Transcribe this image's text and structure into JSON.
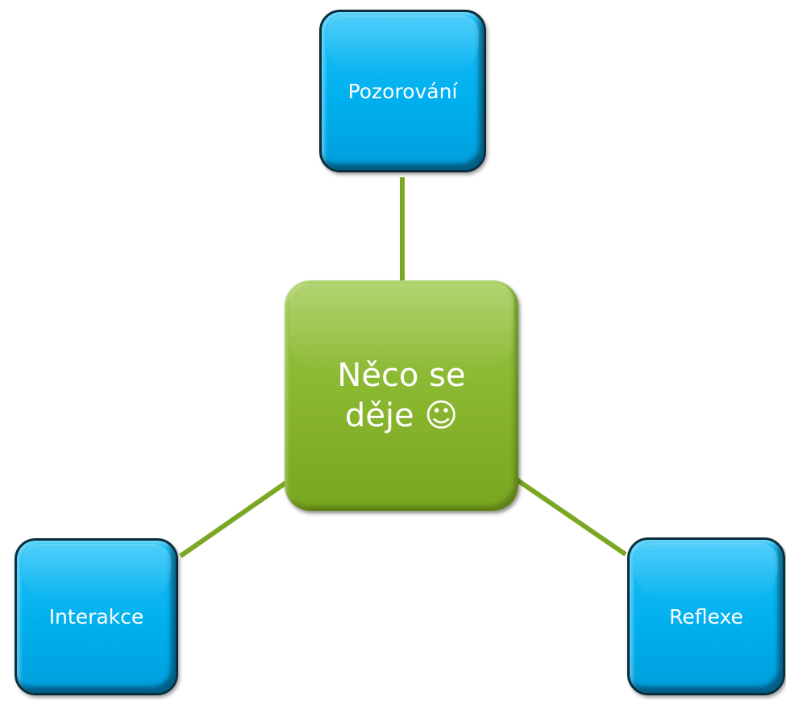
{
  "diagram": {
    "center": {
      "label_line1": "Něco se",
      "label_line2": "děje ☺"
    },
    "top": {
      "label": "Pozorování"
    },
    "left": {
      "label": "Interakce"
    },
    "right": {
      "label": "Reflexe"
    }
  },
  "colors": {
    "center_fill": "#88b52d",
    "satellite_fill": "#00b0ee",
    "connector": "#7ba824",
    "text": "#ffffff"
  }
}
